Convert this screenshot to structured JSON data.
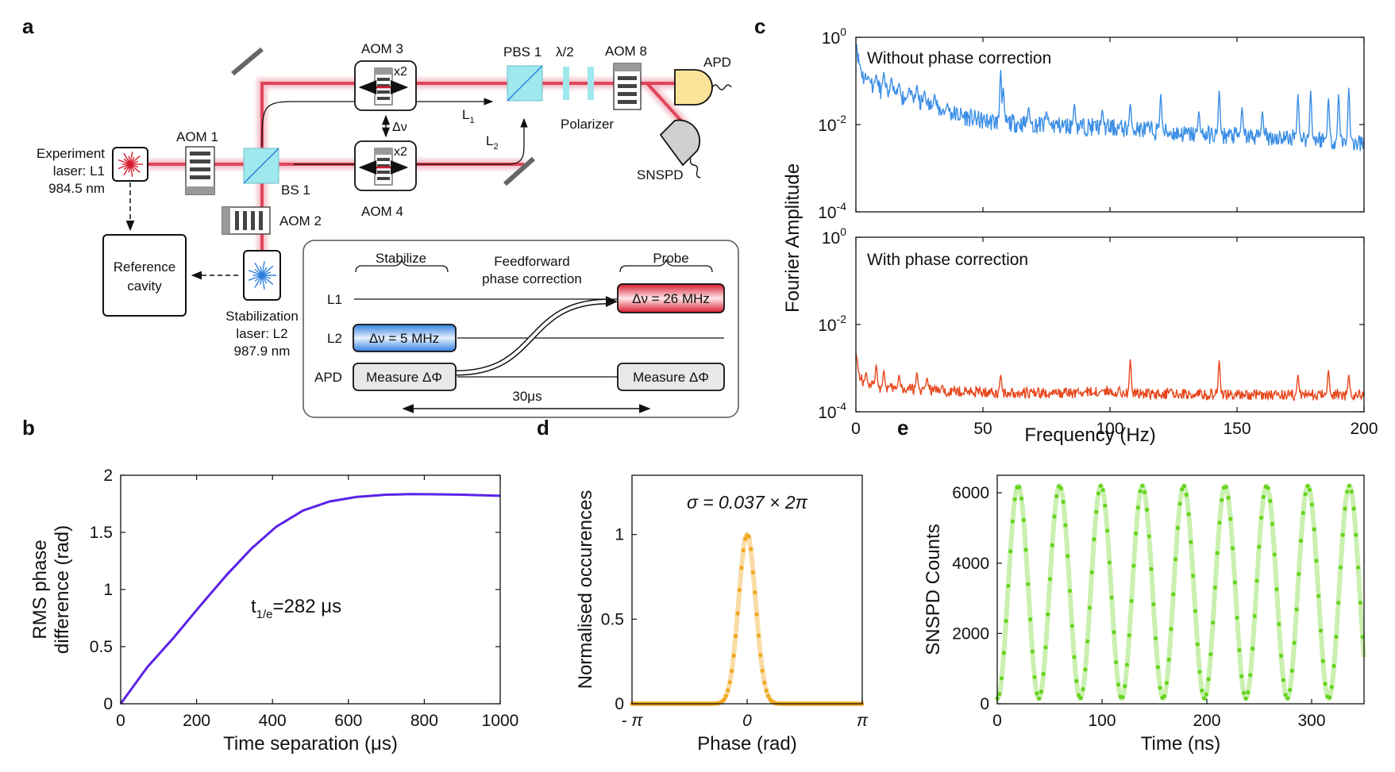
{
  "panel_letters": [
    "a",
    "b",
    "c",
    "d",
    "e"
  ],
  "diagram": {
    "experiment_laser": [
      "Experiment",
      "laser: L1",
      "984.5 nm"
    ],
    "stabilization_laser": [
      "Stabilization",
      "laser: L2",
      "987.9 nm"
    ],
    "reference_cavity": [
      "Reference",
      "cavity"
    ],
    "aom1": "AOM 1",
    "aom2": "AOM 2",
    "aom3": "AOM 3",
    "aom4": "AOM 4",
    "aom8": "AOM 8",
    "bs1": "BS 1",
    "pbs1": "PBS 1",
    "half_wave": "λ/2",
    "polarizer": "Polarizer",
    "apd": "APD",
    "snspd": "SNSPD",
    "double_pass": "x2",
    "delta_nu": "Δν",
    "path_l1": "L",
    "path_l1_sub": "1",
    "path_l2": "L",
    "path_l2_sub": "2",
    "inset": {
      "stabilize": "Stabilize",
      "feedforward": [
        "Feedforward",
        "phase correction"
      ],
      "probe": "Probe",
      "rows": [
        "L1",
        "L2",
        "APD"
      ],
      "probe_box": "Δν = 26 MHz",
      "stabilize_box": "Δν = 5 MHz",
      "measure_box": "Measure ΔΦ",
      "duration": "30μs"
    }
  },
  "colors": {
    "beam": "#e0455a",
    "laser_red": "#d6192c",
    "laser_blue": "#2f7fe0",
    "series_c_top": "#3b8ee6",
    "series_c_bottom": "#e8461c",
    "series_b": "#5b22e8",
    "series_d": "#f1a81f",
    "series_e": "#66d41e",
    "optic_cyan": "#9fe8ee",
    "apd_yellow": "#fbe49a"
  },
  "chart_data": [
    {
      "id": "c",
      "type": "line",
      "yscale": "log",
      "xlabel": "Frequency (Hz)",
      "ylabel": "Fourier Amplitude",
      "xlim": [
        0,
        200
      ],
      "x_ticks": [
        "0",
        "50",
        "100",
        "150",
        "200"
      ],
      "subplots": [
        {
          "annotation": "Without phase correction",
          "ylim": [
            0.0001,
            1
          ],
          "y_ticks": [
            {
              "base": "10",
              "exp": "0"
            },
            {
              "base": "10",
              "exp": "-2"
            },
            {
              "base": "10",
              "exp": "-4"
            }
          ],
          "baseline": [
            [
              0,
              1.0
            ],
            [
              1,
              0.3
            ],
            [
              3,
              0.12
            ],
            [
              10,
              0.06
            ],
            [
              20,
              0.04
            ],
            [
              35,
              0.02
            ],
            [
              50,
              0.012
            ],
            [
              60,
              0.011
            ],
            [
              70,
              0.01
            ],
            [
              90,
              0.009
            ],
            [
              110,
              0.008
            ],
            [
              130,
              0.006
            ],
            [
              150,
              0.0055
            ],
            [
              170,
              0.005
            ],
            [
              185,
              0.0045
            ],
            [
              200,
              0.0035
            ]
          ],
          "peaks": [
            [
              5,
              0.12
            ],
            [
              8,
              0.14
            ],
            [
              11,
              0.16
            ],
            [
              14,
              0.12
            ],
            [
              17,
              0.09
            ],
            [
              21,
              0.07
            ],
            [
              24,
              0.08
            ],
            [
              27,
              0.06
            ],
            [
              31,
              0.05
            ],
            [
              36,
              0.03
            ],
            [
              57,
              0.18
            ],
            [
              58,
              0.07
            ],
            [
              68,
              0.025
            ],
            [
              75,
              0.02
            ],
            [
              86,
              0.03
            ],
            [
              97,
              0.022
            ],
            [
              108,
              0.03
            ],
            [
              120,
              0.05
            ],
            [
              135,
              0.02
            ],
            [
              143,
              0.06
            ],
            [
              152,
              0.025
            ],
            [
              160,
              0.02
            ],
            [
              174,
              0.05
            ],
            [
              179,
              0.06
            ],
            [
              186,
              0.04
            ],
            [
              190,
              0.05
            ],
            [
              194,
              0.07
            ]
          ],
          "color": "#3b8ee6"
        },
        {
          "annotation": "With phase correction",
          "ylim": [
            0.0001,
            1
          ],
          "y_ticks": [
            {
              "base": "10",
              "exp": "0"
            },
            {
              "base": "10",
              "exp": "-2"
            },
            {
              "base": "10",
              "exp": "-4"
            }
          ],
          "baseline": [
            [
              0,
              0.003
            ],
            [
              1,
              0.0008
            ],
            [
              3,
              0.00045
            ],
            [
              10,
              0.00035
            ],
            [
              50,
              0.00028
            ],
            [
              80,
              0.00026
            ],
            [
              100,
              0.0003
            ],
            [
              110,
              0.00026
            ],
            [
              150,
              0.00025
            ],
            [
              200,
              0.00024
            ]
          ],
          "peaks": [
            [
              4,
              0.0008
            ],
            [
              8,
              0.0012
            ],
            [
              11,
              0.0009
            ],
            [
              17,
              0.0007
            ],
            [
              24,
              0.0008
            ],
            [
              28,
              0.0006
            ],
            [
              57,
              0.0007
            ],
            [
              108,
              0.0016
            ],
            [
              143,
              0.0015
            ],
            [
              174,
              0.0007
            ],
            [
              186,
              0.0009
            ],
            [
              194,
              0.0007
            ]
          ],
          "color": "#e8461c"
        }
      ]
    },
    {
      "id": "b",
      "type": "line",
      "xlabel": "Time separation (μs)",
      "ylabel": [
        "RMS phase",
        "difference (rad)"
      ],
      "xlim": [
        0,
        1000
      ],
      "ylim": [
        0,
        2
      ],
      "x_ticks": [
        "0",
        "200",
        "400",
        "600",
        "800",
        "1000"
      ],
      "y_ticks": [
        "0",
        "0.5",
        "1",
        "1.5",
        "2"
      ],
      "annotation": "t",
      "annotation_sub": "1/e",
      "annotation_rest": "=282 μs",
      "x": [
        0,
        70,
        140,
        210,
        280,
        345,
        410,
        480,
        550,
        620,
        700,
        760,
        830,
        900,
        1000
      ],
      "y": [
        0,
        0.32,
        0.58,
        0.86,
        1.13,
        1.36,
        1.55,
        1.69,
        1.77,
        1.81,
        1.83,
        1.835,
        1.833,
        1.83,
        1.82
      ],
      "color": "#5b22e8"
    },
    {
      "id": "d",
      "type": "scatter",
      "xlabel": "Phase (rad)",
      "ylabel": "Normalised occurences",
      "xlim": [
        -3.1416,
        3.1416
      ],
      "ylim": [
        0,
        1.35
      ],
      "x_ticks": [
        "- π",
        "0",
        "π"
      ],
      "y_ticks": [
        "0",
        "0.5",
        "1"
      ],
      "annotation": "σ = 0.037 × 2π",
      "sigma": 0.2325,
      "mu": 0,
      "amplitude": 1.0,
      "points": 121,
      "color": "#f1a81f"
    },
    {
      "id": "e",
      "type": "scatter",
      "xlabel": "Time (ns)",
      "ylabel": "SNSPD Counts",
      "xlim": [
        0,
        350
      ],
      "ylim": [
        0,
        6500
      ],
      "x_ticks": [
        "0",
        "100",
        "200",
        "300"
      ],
      "y_ticks": [
        "0",
        "2000",
        "4000",
        "6000"
      ],
      "period_ns": 39.5,
      "phase_peak_ns": 20,
      "minimum": 150,
      "maximum": 6200,
      "point_spacing_ns": 2.1,
      "color": "#66d41e"
    }
  ]
}
